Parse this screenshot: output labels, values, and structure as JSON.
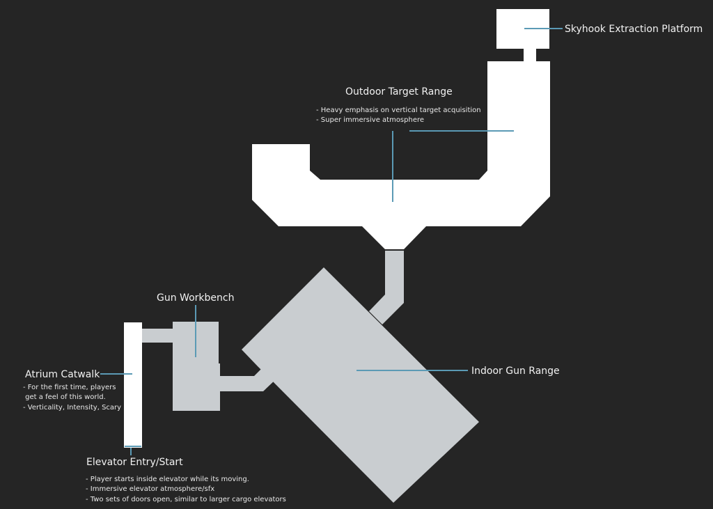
{
  "colors": {
    "background": "#252525",
    "outdoor": "#ffffff",
    "indoor": "#c9cdd0",
    "leader": "#5b9ab5"
  },
  "areas": {
    "skyhook": {
      "title": "Skyhook Extraction Platform"
    },
    "outdoor": {
      "title": "Outdoor Target Range",
      "notes": [
        "- Heavy emphasis on vertical target acquisition",
        "- Super immersive atmosphere"
      ]
    },
    "workbench": {
      "title": "Gun Workbench"
    },
    "indoor": {
      "title": "Indoor Gun Range"
    },
    "atrium": {
      "title": "Atrium Catwalk",
      "notes": [
        "- For the first time, players",
        " get a feel of this world.",
        "- Verticality, Intensity, Scary"
      ]
    },
    "elevator": {
      "title": "Elevator Entry/Start",
      "notes": [
        "- Player starts inside elevator while its moving.",
        "- Immersive elevator atmosphere/sfx",
        "- Two sets of doors open, similar to larger cargo elevators"
      ]
    }
  }
}
